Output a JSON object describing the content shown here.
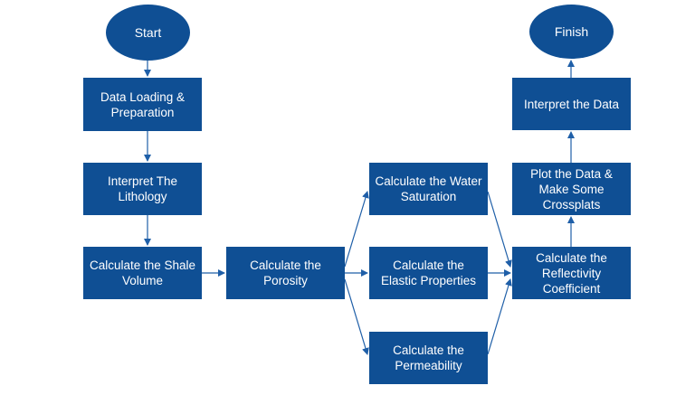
{
  "nodes": {
    "start": "Start",
    "data_loading": "Data Loading & Preparation",
    "lithology": "Interpret The Lithology",
    "shale_volume": "Calculate the Shale Volume",
    "porosity": "Calculate the Porosity",
    "water_saturation": "Calculate the Water Saturation",
    "elastic_properties": "Calculate the Elastic Properties",
    "permeability": "Calculate the Permeability",
    "reflectivity": "Calculate the Reflectivity Coefficient",
    "plot_data": "Plot the Data & Make Some Crossplats",
    "interpret_data": "Interpret the Data",
    "finish": "Finish"
  },
  "colors": {
    "node_fill": "#0f4f94",
    "node_text": "#ffffff",
    "arrow": "#1f5fa8"
  }
}
